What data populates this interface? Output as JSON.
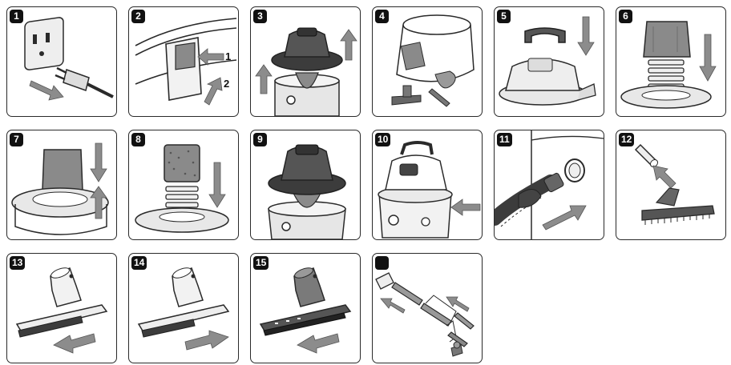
{
  "steps": [
    {
      "label": "1"
    },
    {
      "label": "2"
    },
    {
      "label": "3"
    },
    {
      "label": "4"
    },
    {
      "label": "5"
    },
    {
      "label": "6"
    },
    {
      "label": "7"
    },
    {
      "label": "8"
    },
    {
      "label": "9"
    },
    {
      "label": "10"
    },
    {
      "label": "11"
    },
    {
      "label": "12"
    },
    {
      "label": "13"
    },
    {
      "label": "14"
    },
    {
      "label": "15"
    },
    {
      "label": ""
    }
  ],
  "callouts": {
    "one": "1",
    "two": "2"
  },
  "colors": {
    "arrow": "#8c8c8c",
    "outline": "#2a2a2a",
    "dark_part": "#3c3c3c",
    "filter": "#8a8a8a",
    "tank": "#e6e6e6"
  }
}
